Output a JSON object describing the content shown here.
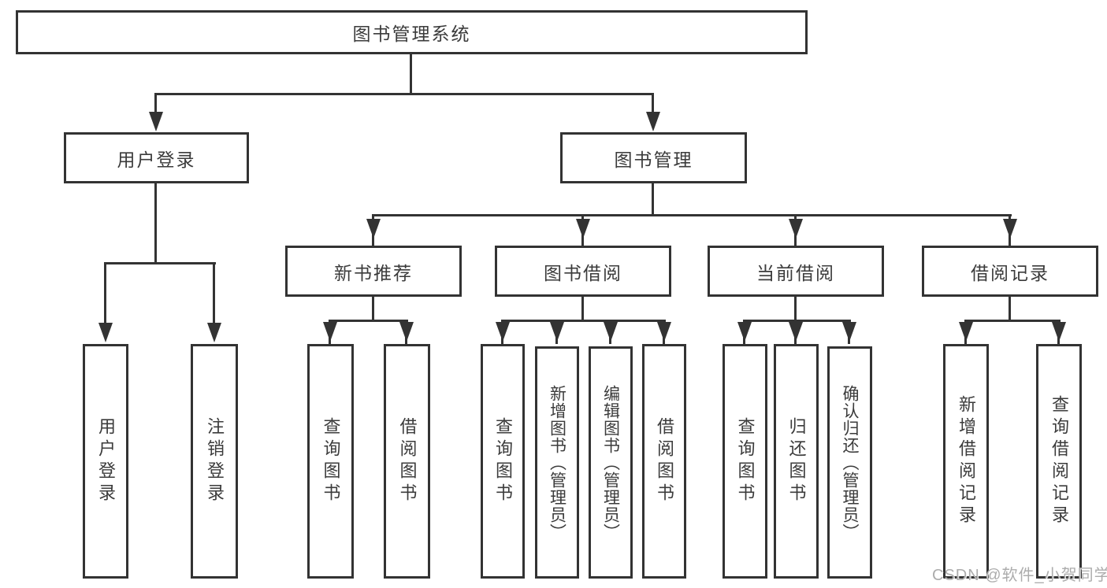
{
  "colors": {
    "line": "#333333",
    "text": "#3b3b3b",
    "box_background": "#ffffff",
    "watermark": "#acacac"
  },
  "watermark": {
    "text": "CSDN @软件_小贺同学"
  },
  "tree": {
    "root": {
      "label": "图书管理系统"
    },
    "branches": [
      {
        "label": "用户登录",
        "children": [
          {
            "label": "用户登录"
          },
          {
            "label": "注销登录"
          }
        ]
      },
      {
        "label": "图书管理",
        "children": [
          {
            "label": "新书推荐",
            "children": [
              {
                "label": "查询图书"
              },
              {
                "label": "借阅图书"
              }
            ]
          },
          {
            "label": "图书借阅",
            "children": [
              {
                "label": "查询图书"
              },
              {
                "label": "新增图书（管理员）"
              },
              {
                "label": "编辑图书（管理员）"
              },
              {
                "label": "借阅图书"
              }
            ]
          },
          {
            "label": "当前借阅",
            "children": [
              {
                "label": "查询图书"
              },
              {
                "label": "归还图书"
              },
              {
                "label": "确认归还（管理员）"
              }
            ]
          },
          {
            "label": "借阅记录",
            "children": [
              {
                "label": "新增借阅记录"
              },
              {
                "label": "查询借阅记录"
              }
            ]
          }
        ]
      }
    ]
  }
}
